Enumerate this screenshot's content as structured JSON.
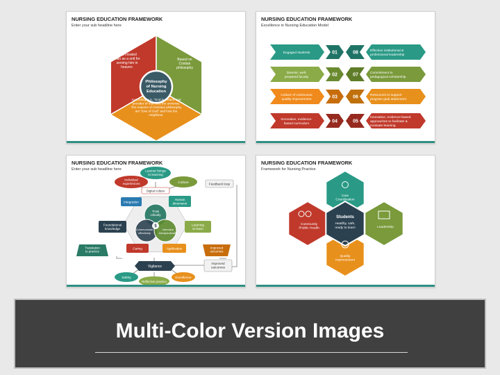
{
  "slides": {
    "s1": {
      "title": "NURSING EDUCATION FRAMEWORK",
      "subtitle": "Enter your sub headline here",
      "center": [
        "Philosophy",
        "of Nursing",
        "Education"
      ],
      "seg_left": [
        "God created",
        "man as a unit for",
        "serving him in",
        "heaven."
      ],
      "seg_right": [
        "Based on",
        "Cristian",
        "philosophy"
      ],
      "seg_bottom": [
        "According to it, “God is creator and",
        "provider of man and the universe.",
        "The maxims of Christian philosophy",
        "are “love of God” and love the",
        "neighbour."
      ],
      "colors": {
        "left": "#c0392b",
        "right": "#7a9a3b",
        "bottom": "#e8901c",
        "center": "#3a5a66"
      }
    },
    "s2": {
      "title": "NURSING EDUCATION FRAMEWORK",
      "subtitle": "Excellence in Nursing Education Model",
      "left": [
        {
          "num": "01",
          "text": [
            "Engaged students"
          ],
          "color": "#2a9a86",
          "dark": "#1f7466"
        },
        {
          "num": "02",
          "text": [
            "Diverse, well-",
            "prepared faculty"
          ],
          "color": "#8aab48",
          "dark": "#6a8a30"
        },
        {
          "num": "03",
          "text": [
            "Culture of continuous",
            "quality improvement"
          ],
          "color": "#f08a1c",
          "dark": "#c86d0c"
        },
        {
          "num": "04",
          "text": [
            "Innovative, evidence-",
            "based curriculum"
          ],
          "color": "#c0392b",
          "dark": "#962a1f"
        }
      ],
      "right": [
        {
          "num": "08",
          "text": [
            "Effective institutional &",
            "professional leadership"
          ],
          "color": "#2a9a86",
          "dark": "#1f7466"
        },
        {
          "num": "07",
          "text": [
            "Commitment to",
            "pedagogical scholarship"
          ],
          "color": "#7a9a3b",
          "dark": "#5f7c28"
        },
        {
          "num": "06",
          "text": [
            "Resources to support",
            "program goal attainment"
          ],
          "color": "#e8901c",
          "dark": "#c0700c"
        },
        {
          "num": "05",
          "text": [
            "Innovative, evidence-based",
            "approaches to facilitate &",
            "evaluate learning"
          ],
          "color": "#c0392b",
          "dark": "#962a1f"
        }
      ]
    },
    "s3": {
      "title": "NURSING EDUCATION FRAMEWORK",
      "subtitle": "Enter your sub headline here",
      "learner": [
        "Learner brings",
        "to learning"
      ],
      "individual": [
        "Individual",
        "experiences"
      ],
      "culture": "Culture",
      "digital": "Digital culture",
      "feedback": "Feedback loop",
      "integration": "Integration",
      "human": [
        "Human",
        "dimension"
      ],
      "foundational": [
        "Foundational",
        "knowledge"
      ],
      "learning": [
        "Learning",
        "to learn"
      ],
      "think": [
        "Think",
        "critically"
      ],
      "communicate": [
        "Communicate",
        "effectively"
      ],
      "interview": [
        "Interview",
        "therapeutically"
      ],
      "dollar": "$",
      "caring": "Caring",
      "application": "Application",
      "translation": [
        "Translation",
        "to practice"
      ],
      "improved_out": [
        "Improved",
        "outcomes"
      ],
      "vigilance": "Vigilance",
      "improved2": [
        "Improved",
        "outcomes"
      ],
      "safety": "Safety",
      "reflective": "Reflective practice",
      "excellence": "Excellence"
    },
    "s4": {
      "title": "NURSING EDUCATION FRAMEWORK",
      "subtitle": "Framework for Nursing Practice",
      "top": [
        "Care",
        "Coordination"
      ],
      "left": [
        "Community",
        "/Public Health"
      ],
      "right": [
        "Leadership"
      ],
      "bottom": [
        "Quality",
        "Improvement"
      ],
      "center_title": "Students",
      "center_sub": [
        "Healthy, safe,",
        "ready to learn"
      ],
      "colors": {
        "top": "#2a9a86",
        "left": "#c0392b",
        "right": "#7a9a3b",
        "bottom": "#e8901c",
        "center": "#2b4150"
      }
    }
  },
  "banner": {
    "title": "Multi-Color Version Images"
  }
}
